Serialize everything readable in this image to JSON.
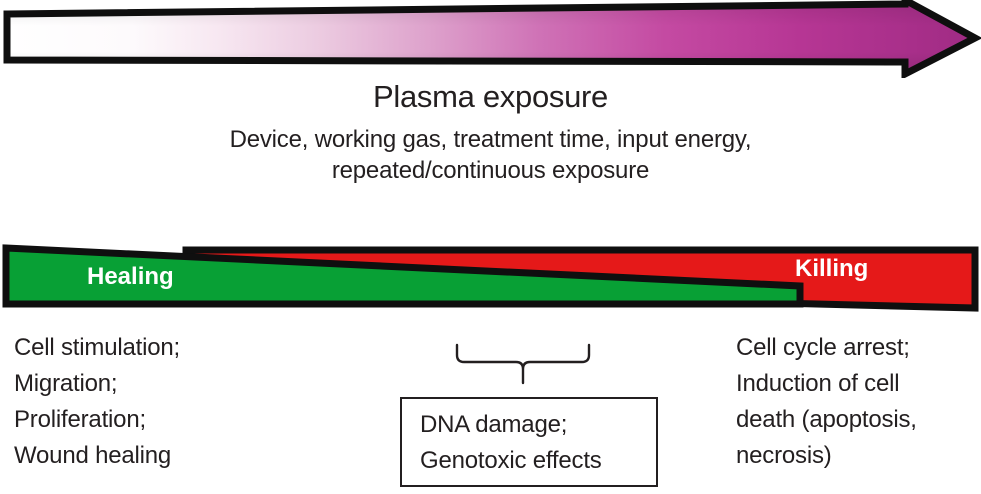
{
  "figure": {
    "title": "Plasma exposure",
    "subtitle_lines": [
      "Device, working gas, treatment time, input energy,",
      "repeated/continuous exposure"
    ]
  },
  "gradient_arrow": {
    "name": "plasma-exposure-gradient-arrow",
    "direction": "left-to-right",
    "start_color": "#ffffff",
    "mid_color": "#cf62b0",
    "end_color": "#a82d8a",
    "outline_color": "#0f0f0f"
  },
  "wedges": [
    {
      "id": "healing",
      "label": "Healing",
      "color": "#08a035",
      "label_color": "#ffffff",
      "taper": "thick-left-thin-right"
    },
    {
      "id": "killing",
      "label": "Killing",
      "color": "#e51919",
      "label_color": "#ffffff",
      "taper": "thin-left-thick-right"
    }
  ],
  "outcomes": {
    "left": {
      "name": "healing-effects",
      "lines": [
        "Cell stimulation;",
        "Migration;",
        "Proliferation;",
        "Wound healing"
      ]
    },
    "middle": {
      "name": "intermediate-effects",
      "lines": [
        "DNA damage;",
        "Genotoxic effects"
      ]
    },
    "right": {
      "name": "killing-effects",
      "lines": [
        "Cell cycle arrest;",
        "Induction of cell",
        "death (apoptosis,",
        "necrosis)"
      ]
    }
  }
}
